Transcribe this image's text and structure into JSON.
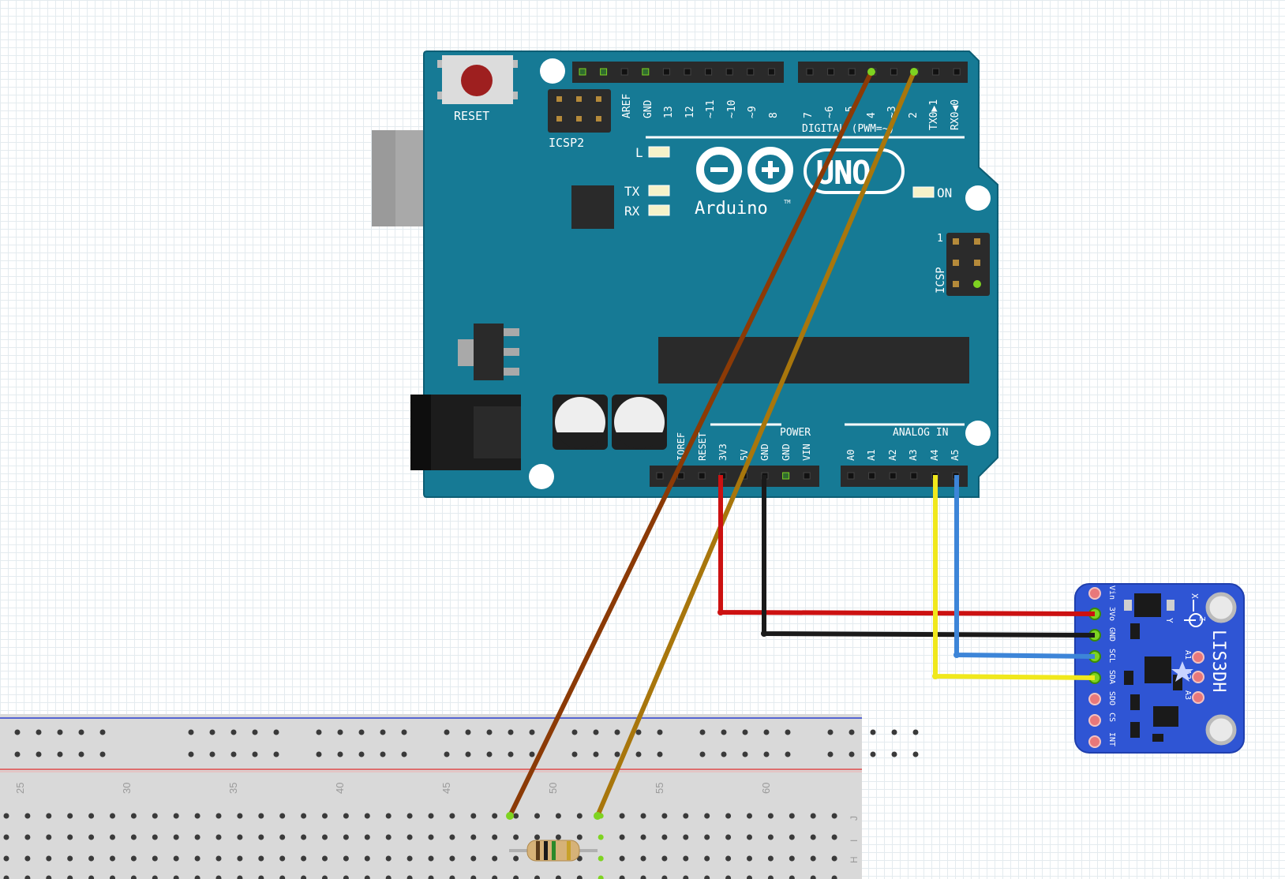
{
  "arduino": {
    "reset_label": "RESET",
    "icsp2_label": "ICSP2",
    "icsp_label": "ICSP",
    "icsp_pin1": "1",
    "brand": "Arduino",
    "tm": "TM",
    "model": "UNO",
    "led_l": "L",
    "led_tx": "TX",
    "led_rx": "RX",
    "led_on": "ON",
    "digital_header": "DIGITAL (PWM=~)",
    "power_header": "POWER",
    "analog_header": "ANALOG IN",
    "top_pins_left": [
      "AREF",
      "GND",
      "13",
      "12",
      "~11",
      "~10",
      "~9",
      "8"
    ],
    "top_pins_right": [
      "7",
      "~6",
      "~5",
      "4",
      "~3",
      "2",
      "TX0▶1",
      "RX0◀0"
    ],
    "power_pins": [
      "IOREF",
      "RESET",
      "3V3",
      "5V",
      "GND",
      "GND",
      "VIN"
    ],
    "analog_pins": [
      "A0",
      "A1",
      "A2",
      "A3",
      "A4",
      "A5"
    ]
  },
  "sensor": {
    "name": "LIS3DH",
    "left_pins": [
      "Vin",
      "3Vo",
      "GND",
      "SCL",
      "SDA",
      "SDO",
      "CS",
      "INT"
    ],
    "right_pins": [
      "A1",
      "A2",
      "A3"
    ],
    "axes": [
      "X",
      "Y",
      "Z"
    ]
  },
  "breadboard": {
    "column_numbers": [
      "25",
      "30",
      "35",
      "40",
      "45",
      "50",
      "55",
      "60"
    ],
    "row_letters": [
      "J",
      "I",
      "H"
    ]
  },
  "wires": [
    {
      "id": "d4-to-bb",
      "color": "#8b3a06"
    },
    {
      "id": "d2-to-bb",
      "color": "#a8760c"
    },
    {
      "id": "3v3-to-vin",
      "color": "#cc1111"
    },
    {
      "id": "gnd-to-gnd",
      "color": "#1a1a1a"
    },
    {
      "id": "a5-to-scl",
      "color": "#3d85d8"
    },
    {
      "id": "a4-to-sda",
      "color": "#f0e81c"
    }
  ],
  "colors": {
    "board": "#167a95",
    "board_edge": "#0d5e75",
    "sensor": "#2f55d4",
    "breadboard": "#d8d8d8"
  }
}
